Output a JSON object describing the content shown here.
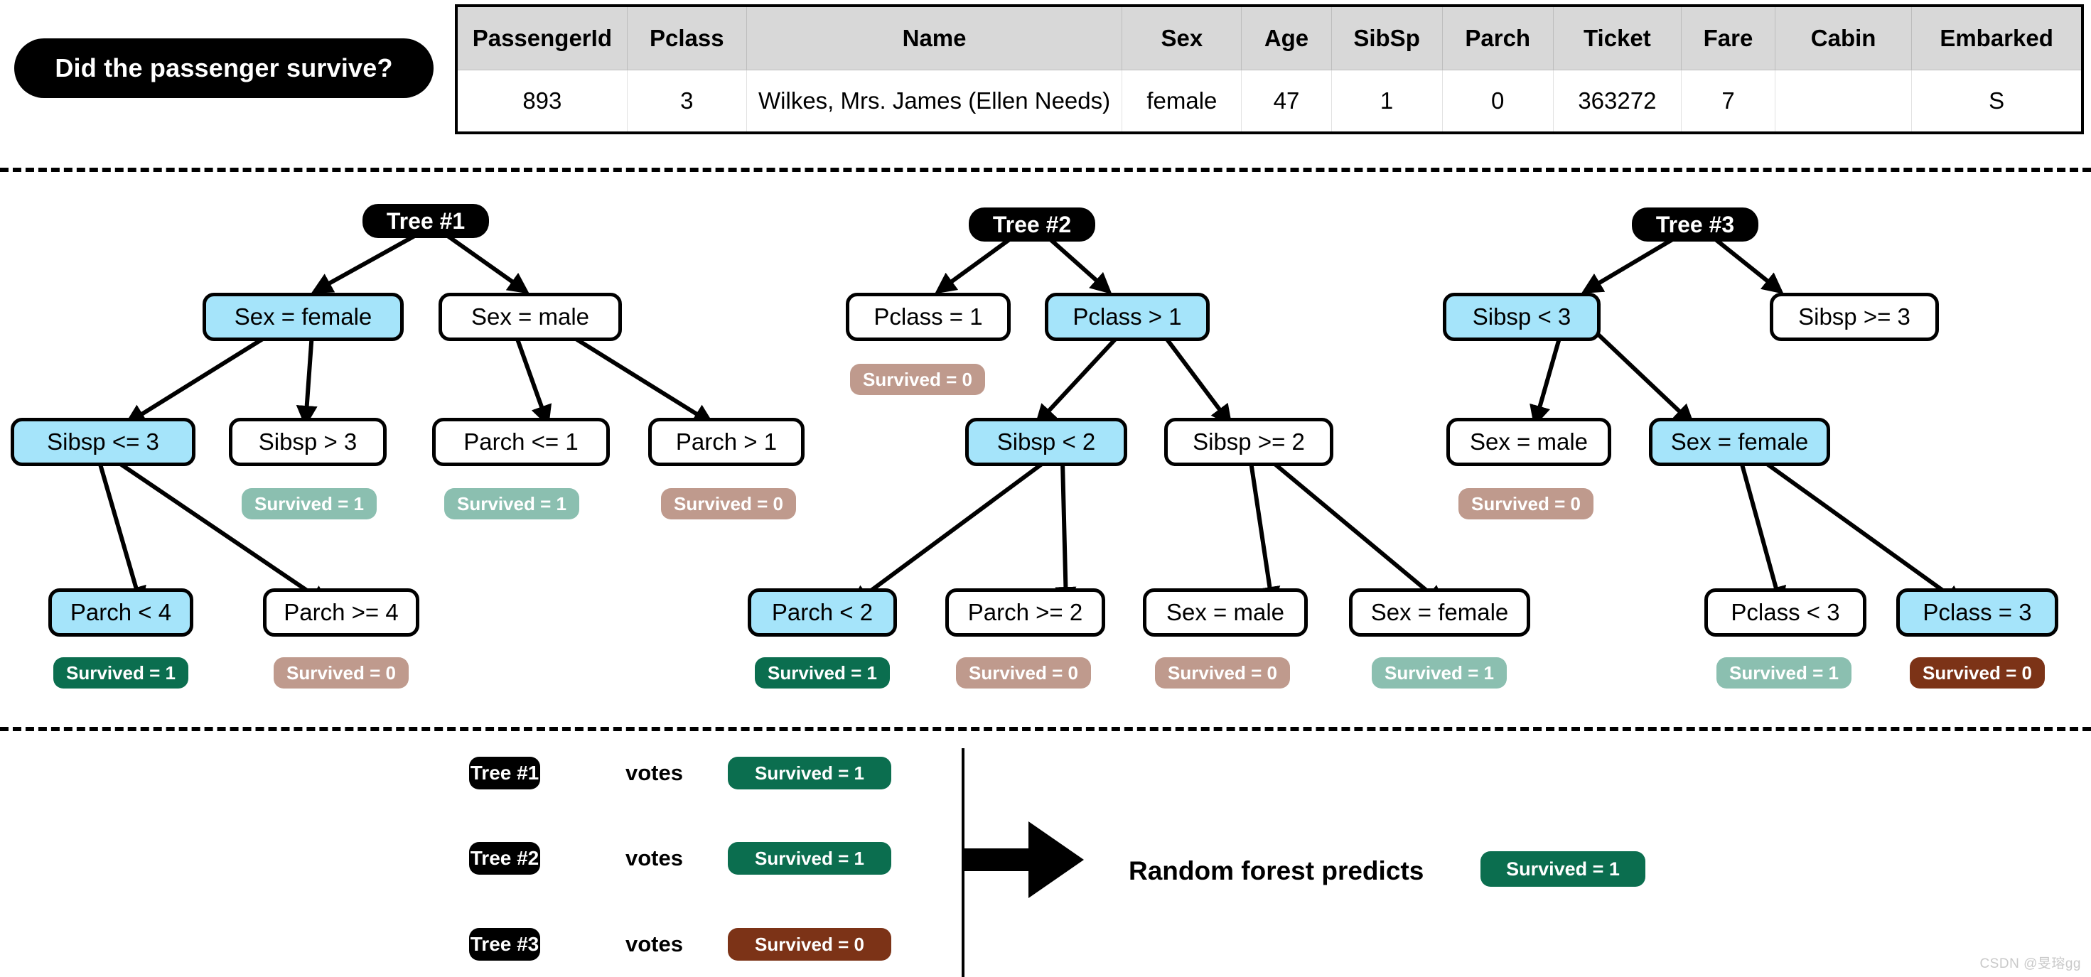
{
  "header": {
    "question": "Did the passenger survive?",
    "table": {
      "columns": [
        "PassengerId",
        "Pclass",
        "Name",
        "Sex",
        "Age",
        "SibSp",
        "Parch",
        "Ticket",
        "Fare",
        "Cabin",
        "Embarked"
      ],
      "rows": [
        [
          "893",
          "3",
          "Wilkes, Mrs. James (Ellen Needs)",
          "female",
          "47",
          "1",
          "0",
          "363272",
          "7",
          "",
          "S"
        ]
      ]
    }
  },
  "colors": {
    "highlight_node": "#a5e4fa",
    "leaf_survived_1_muted": "#8bbfb0",
    "leaf_survived_0_muted": "#bf9a8d",
    "leaf_survived_1_active": "#0b6e4f",
    "leaf_survived_0_active": "#7c3317",
    "root_pill": "#000000",
    "table_header": "#d8d8d8"
  },
  "trees": [
    {
      "root": "Tree #1",
      "nodes": {
        "n0": "Sex = female",
        "n1": "Sex = male",
        "n2": "Sibsp <= 3",
        "n3": "Sibsp > 3",
        "n4": "Parch <= 1",
        "n5": "Parch > 1",
        "n6": "Parch < 4",
        "n7": "Parch >= 4"
      },
      "leaves": {
        "l3": "Survived = 1",
        "l4": "Survived = 1",
        "l5": "Survived = 0",
        "l6": "Survived = 1",
        "l7": "Survived = 0"
      }
    },
    {
      "root": "Tree #2",
      "nodes": {
        "n0": "Pclass = 1",
        "n1": "Pclass > 1",
        "n2": "Sibsp < 2",
        "n3": "Sibsp >= 2",
        "n4": "Parch < 2",
        "n5": "Parch >= 2",
        "n6": "Sex = male",
        "n7": "Sex = female"
      },
      "leaves": {
        "l0": "Survived = 0",
        "l4": "Survived = 1",
        "l5": "Survived = 0",
        "l6": "Survived = 0",
        "l7": "Survived = 1"
      }
    },
    {
      "root": "Tree #3",
      "nodes": {
        "n0": "Sibsp < 3",
        "n1": "Sibsp >= 3",
        "n2": "Sex = male",
        "n3": "Sex = female",
        "n4": "Pclass < 3",
        "n5": "Pclass = 3"
      },
      "leaves": {
        "l2": "Survived = 0",
        "l4": "Survived = 1",
        "l5": "Survived = 0"
      }
    }
  ],
  "votes": {
    "word": "votes",
    "rows": [
      {
        "tree": "Tree #1",
        "result": "Survived = 1"
      },
      {
        "tree": "Tree #2",
        "result": "Survived = 1"
      },
      {
        "tree": "Tree #3",
        "result": "Survived = 0"
      }
    ]
  },
  "prediction": {
    "label": "Random forest predicts",
    "result": "Survived = 1"
  },
  "watermark": "CSDN @旻瑢gg"
}
